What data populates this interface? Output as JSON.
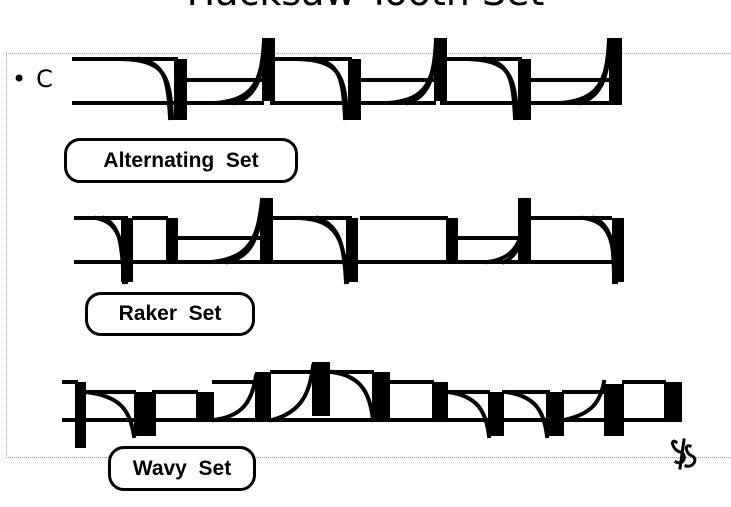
{
  "slide": {
    "title": "Hacksaw Tooth Set",
    "bullet_text": "C"
  },
  "figure": {
    "sets": [
      {
        "label": "Alternating  Set",
        "pattern": [
          "right",
          "left"
        ]
      },
      {
        "label": "Raker  Set",
        "pattern": [
          "left",
          "straight",
          "right"
        ]
      },
      {
        "label": "Wavy  Set",
        "pattern": [
          "wave"
        ]
      }
    ],
    "signature": "SS"
  },
  "colors": {
    "line": "#000000",
    "background": "#ffffff",
    "frame": "#9a9a9a"
  }
}
